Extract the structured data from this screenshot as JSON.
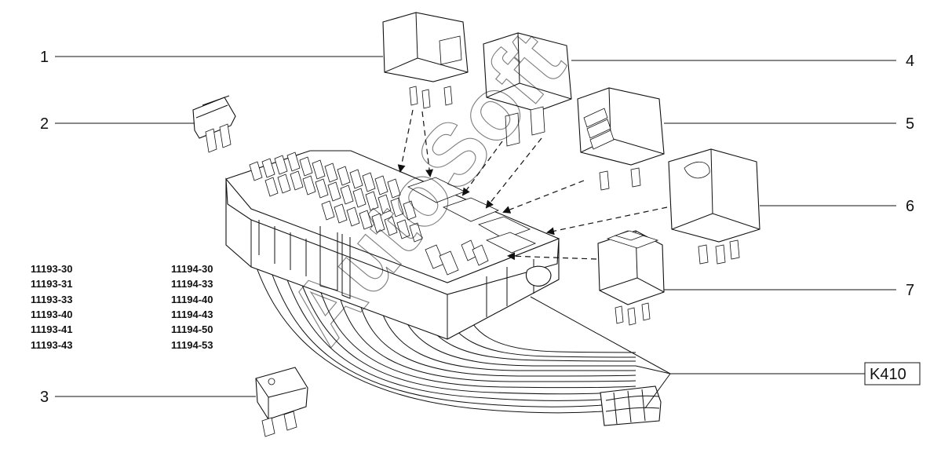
{
  "callouts": [
    {
      "label": "1"
    },
    {
      "label": "2"
    },
    {
      "label": "3"
    },
    {
      "label": "4"
    },
    {
      "label": "5"
    },
    {
      "label": "6"
    },
    {
      "label": "7"
    }
  ],
  "codes_left": [
    "11193-30",
    "11193-31",
    "11193-33",
    "11193-40",
    "11193-41",
    "11193-43"
  ],
  "codes_right": [
    "11194-30",
    "11194-33",
    "11194-40",
    "11194-43",
    "11194-50",
    "11194-53"
  ],
  "reference_label": "K410",
  "watermark": "AutoSoft"
}
